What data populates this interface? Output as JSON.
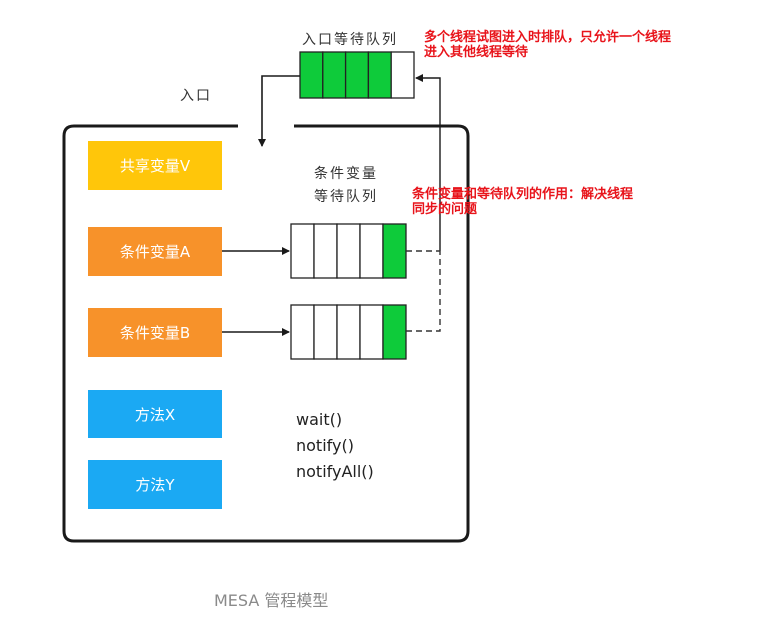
{
  "diagram": {
    "entry_label": "入口",
    "entry_queue": {
      "title": "入口等待队列",
      "slots": 5,
      "filled": 4,
      "fill_from": "left"
    },
    "entry_note": {
      "line1": "多个线程试图进入时排队，只允许一个线程",
      "line2": "进入其他线程等待"
    },
    "cond_queue_title": {
      "line1": "条件变量",
      "line2": "等待队列"
    },
    "cond_note": {
      "line1": "条件变量和等待队列的作用：解决线程",
      "line2": "同步的问题"
    },
    "shared_var": {
      "label": "共享变量V"
    },
    "cond_vars": [
      {
        "label": "条件变量A",
        "queue_slots": 5,
        "queue_filled": 1,
        "fill_from": "right"
      },
      {
        "label": "条件变量B",
        "queue_slots": 5,
        "queue_filled": 1,
        "fill_from": "right"
      }
    ],
    "methods": [
      {
        "label": "方法X"
      },
      {
        "label": "方法Y"
      }
    ],
    "monitor_methods": [
      "wait()",
      "notify()",
      "notifyAll()"
    ],
    "caption": "MESA 管程模型"
  },
  "colors": {
    "shared_var": "#FFC60A",
    "cond_var": "#F7922A",
    "method": "#1BA9F3",
    "queue_fill": "#0ECB3A",
    "note_red": "#E8141B",
    "line": "#1a1a1a",
    "caption": "#8A8A8A"
  }
}
